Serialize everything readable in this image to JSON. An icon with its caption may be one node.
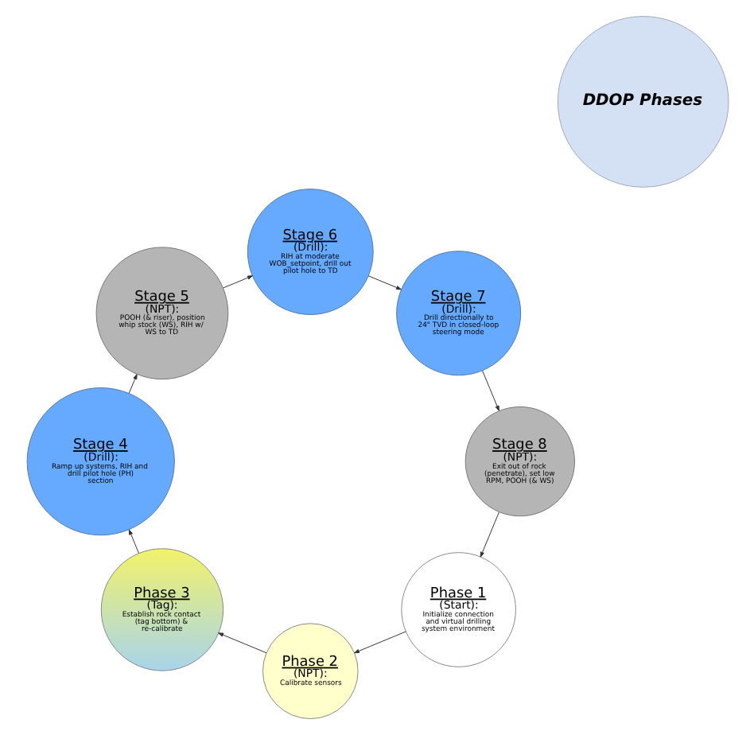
{
  "diagram": {
    "nodes": [
      {
        "text": [
          "DDOP Phases"
        ]
      },
      {
        "text": [
          "Phase 1",
          "(Start):",
          "Initialize connection and virtual drilling system environment"
        ]
      },
      {
        "text": [
          "Phase 2",
          "(NPT):",
          "Calibrate sensors"
        ]
      },
      {
        "text": [
          "Phase 3",
          "(Tag):",
          "Establish rock contact (tag bottom) & re-calibrate"
        ]
      },
      {
        "text": [
          "Stage 4",
          "(Drill):",
          "Ramp up systems, RIH and drill pilot hole (PH) section"
        ]
      },
      {
        "text": [
          "Stage 5",
          "(NPT):",
          "POOH (& riser), position whip stock (WS), RIH w/ WS to TD"
        ]
      },
      {
        "text": [
          "Stage 6",
          "(Drill):",
          "RIH at moderate WOB_setpoint, drill out pilot hole to TD"
        ]
      },
      {
        "text": [
          "Stage 7",
          "(Drill):",
          "Drill directionally to 24\" TVD in closed-loop steering mode"
        ]
      },
      {
        "text": [
          "Stage 8",
          "(NPT):",
          "Exit out of rock (penetrate), set low RPM, POOH (& WS)"
        ]
      }
    ],
    "edges": [
      {
        "from": 1,
        "to": 2,
        "arrow": "to"
      },
      {
        "from": 2,
        "to": 3,
        "arrow": "to"
      },
      {
        "from": 3,
        "to": 4,
        "arrow": "to"
      },
      {
        "from": 4,
        "to": 5,
        "arrow": "to"
      },
      {
        "from": 5,
        "to": 6,
        "arrow": "to"
      },
      {
        "from": 6,
        "to": 7,
        "arrow": "to"
      },
      {
        "from": 7,
        "to": 8,
        "arrow": "to"
      },
      {
        "from": 8,
        "to": 1,
        "arrow": "to"
      }
    ]
  }
}
